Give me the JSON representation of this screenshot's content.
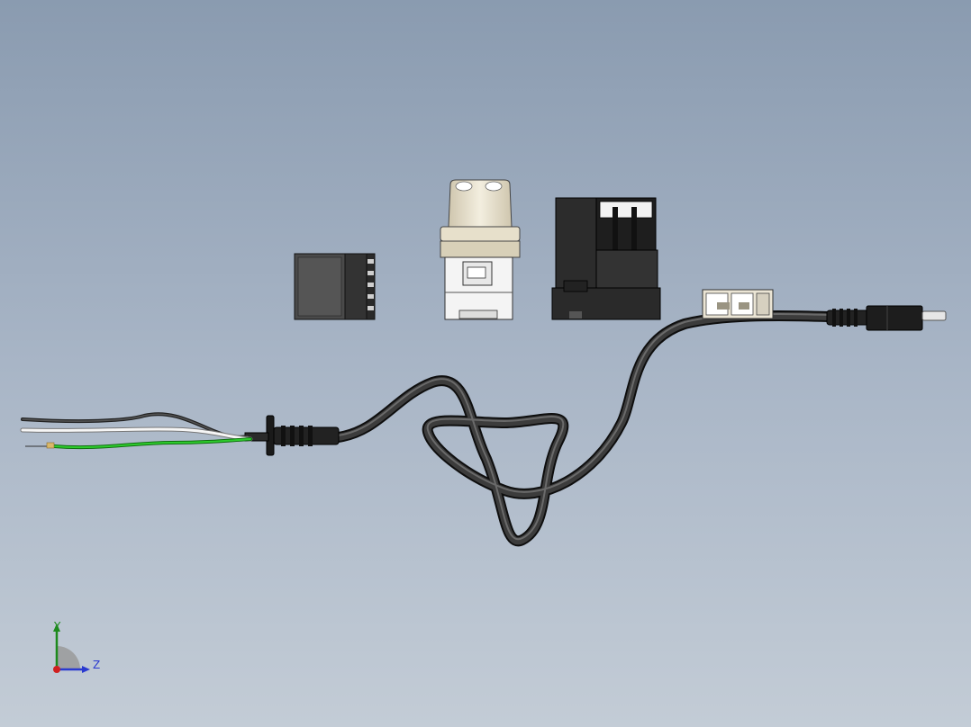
{
  "viewport": {
    "background_top": "#8a9bb0",
    "background_bottom": "#c3ccd6"
  },
  "model": {
    "components": [
      {
        "id": "terminal-block",
        "color": "#4a4a4a"
      },
      {
        "id": "round-connector",
        "color": "#ece6d2"
      },
      {
        "id": "relay-housing",
        "color": "#2e2e2e"
      },
      {
        "id": "inline-connector",
        "color": "#e6e0d0"
      },
      {
        "id": "power-cord",
        "color": "#2a2a2a"
      },
      {
        "id": "wire-black",
        "color": "#333333"
      },
      {
        "id": "wire-white",
        "color": "#f2f2f2"
      },
      {
        "id": "wire-green",
        "color": "#22b422"
      }
    ]
  },
  "triad": {
    "y_label": "Y",
    "z_label": "Z",
    "y_color": "#1d8a1d",
    "z_color": "#2a3ad0",
    "origin_color": "#d02020"
  }
}
